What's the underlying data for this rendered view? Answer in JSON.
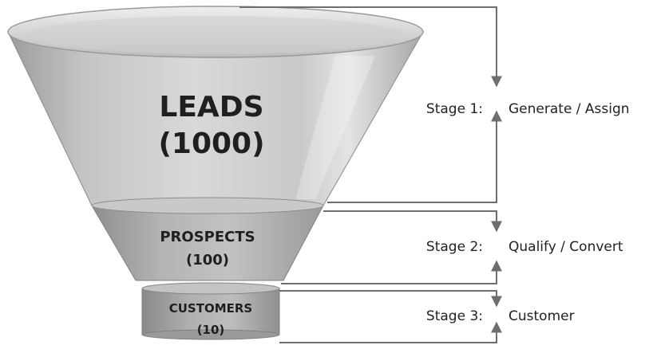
{
  "funnel": {
    "levels": [
      {
        "name": "LEADS",
        "count": "(1000)"
      },
      {
        "name": "PROSPECTS",
        "count": "(100)"
      },
      {
        "name": "CUSTOMERS",
        "count": "(10)"
      }
    ]
  },
  "stages": [
    {
      "label": "Stage 1:",
      "action": "Generate / Assign"
    },
    {
      "label": "Stage 2:",
      "action": "Qualify / Convert"
    },
    {
      "label": "Stage 3:",
      "action": "Customer"
    }
  ],
  "colors": {
    "funnel_light": "#d6d6d6",
    "funnel_mid": "#b8b8b8",
    "funnel_dark": "#8f8f8f",
    "arrow": "#6e6e6e"
  }
}
